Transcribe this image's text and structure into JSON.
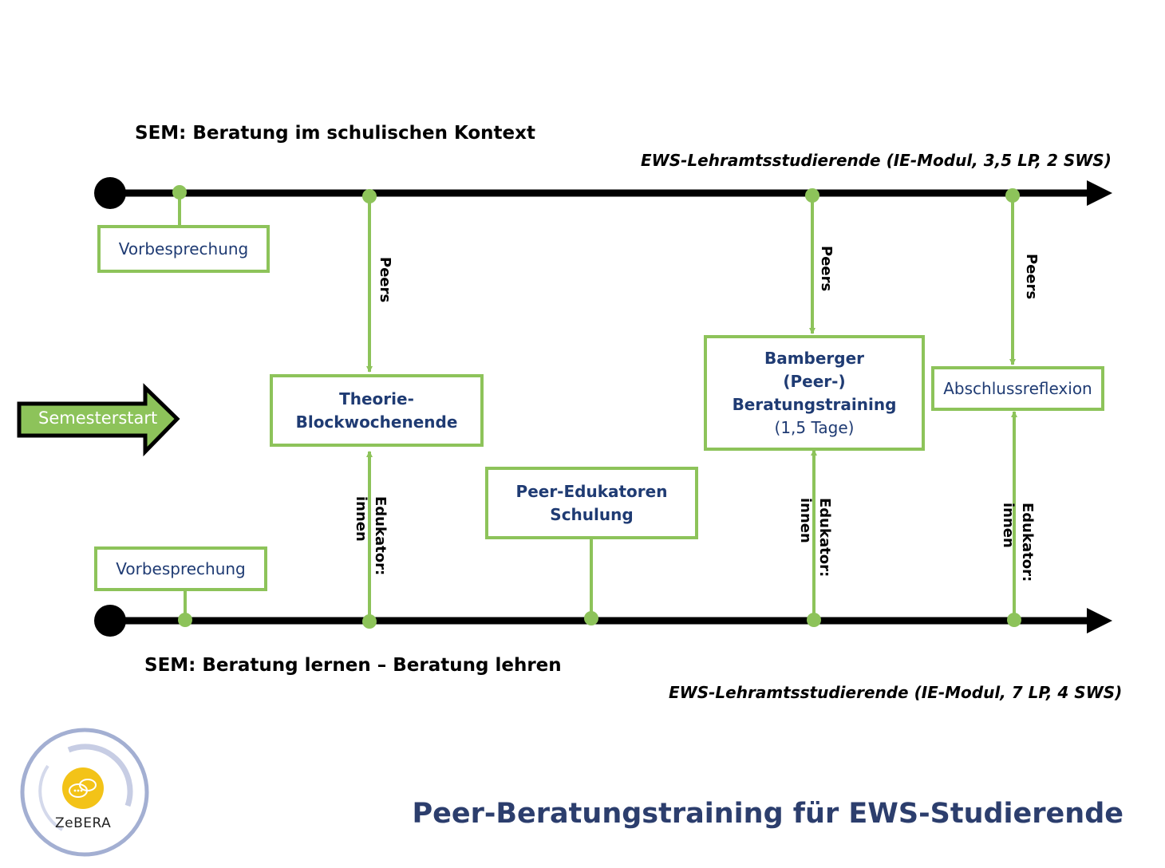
{
  "top_track": {
    "title": "SEM: Beratung im schulischen Kontext",
    "subtitle": "EWS-Lehramtsstudierende (IE-Modul, 3,5 LP, 2 SWS)"
  },
  "bottom_track": {
    "title": "SEM: Beratung lernen – Beratung lehren",
    "subtitle": "EWS-Lehramtsstudierende (IE-Modul, 7 LP, 4 SWS)"
  },
  "start_arrow": {
    "label": "Semesterstart"
  },
  "boxes": {
    "vorbesprechung_top": "Vorbesprechung",
    "vorbesprechung_bottom": "Vorbesprechung",
    "theorie": [
      "Theorie-",
      "Blockwochenende"
    ],
    "peer_edukatoren": [
      "Peer-Edukatoren",
      "Schulung"
    ],
    "bamberger": [
      "Bamberger",
      "(Peer-)",
      "Beratungstraining"
    ],
    "bamberger_days": "(1,5 Tage)",
    "abschluss": "Abschlussreflexion"
  },
  "connector_labels": {
    "peers": "Peers",
    "edukator_line1": "Edukator:",
    "edukator_line2": "innen"
  },
  "logo": {
    "text": "ZeBERA",
    "icon": "chat-bubbles-icon"
  },
  "footer": {
    "title": "Peer-Beratungstraining für EWS-Studierende"
  },
  "colors": {
    "accent_green": "#8dc35a",
    "navy": "#1f3b73",
    "line": "#000000"
  }
}
